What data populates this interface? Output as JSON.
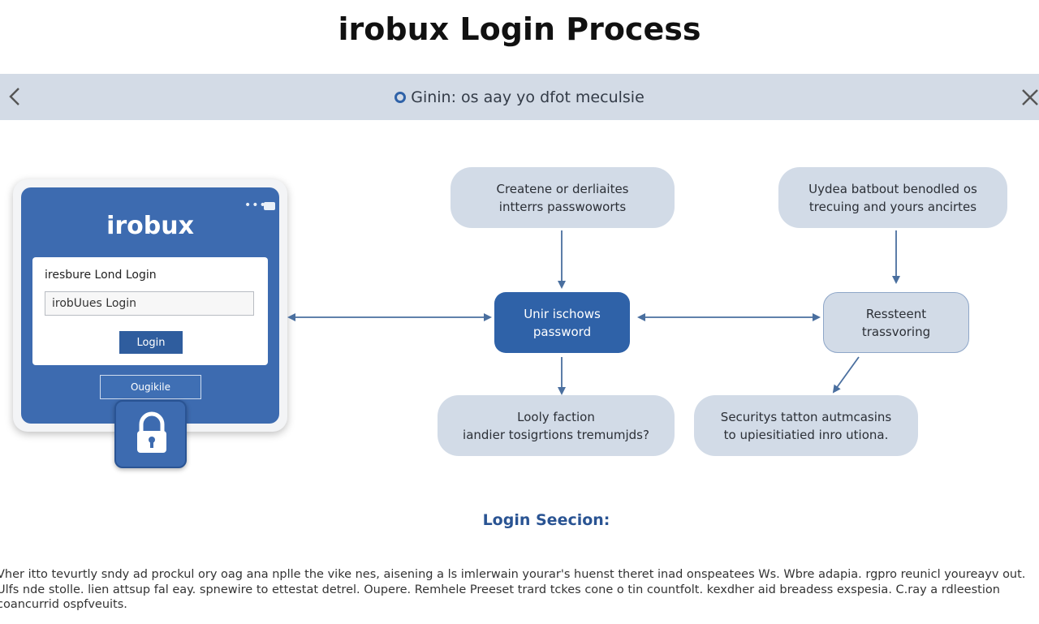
{
  "title": "irobux Login Process",
  "topbar": {
    "back_icon": "chevron-left-icon",
    "close_icon": "close-icon",
    "status_icon": "radio-dot-icon",
    "message": "Ginin: os aay yo dfot meculsie"
  },
  "device": {
    "brand": "irobux",
    "card_title": "iresbure Lond Login",
    "input_value": "irobUues Login",
    "login_button": "Login",
    "secondary_button": "Ougikile",
    "lock_icon": "padlock-icon"
  },
  "nodes": {
    "create": "Createne or derliaites\nintterrs passwoworts",
    "update": "Uydea batbout benodled os\ntrecuing and yours ancirtes",
    "unique": "Unir ischows\npassword",
    "restore": "Ressteent\ntrassvoring",
    "loophole": "Looly faction\niandier tosigrtions tremumjds?",
    "security": "Securitys tatton autmcasins\nto upiesitiatied inro utiona."
  },
  "section_heading": "Login Seecion:",
  "body_text": "Vher itto tevurtly sndy ad prockul ory oag ana nplle the vike nes, aisening a ls imlerwain yourar's huenst theret inad onspeatees Ws. Wbre adapia. rgpro reunicl youreayv out. Ulfs nde stolle. lien attsup fal eay. spnewire to ettestat detrel. Oupere. Remhele Preeset trard tckes cone o tin countfolt. kexdher aid breadess exspesia. C.ray a rdleestion coancurrid ospfveuits.",
  "colors": {
    "accent": "#2f62a8",
    "node_fill": "#d2dbe7",
    "topbar": "#d3dbe6",
    "arrow": "#4a6f9f"
  }
}
